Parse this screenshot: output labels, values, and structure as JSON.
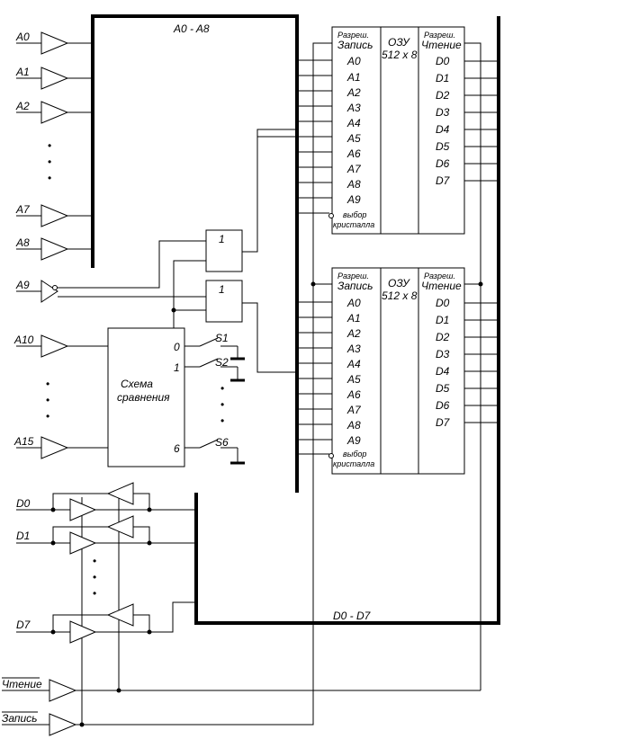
{
  "buses": {
    "address": "A0 - A8",
    "data": "D0 - D7"
  },
  "inputs": {
    "address_top": [
      "A0",
      "A1",
      "A2",
      "A7",
      "A8"
    ],
    "a9": "A9",
    "compare": [
      "A10",
      "A15"
    ],
    "data": [
      "D0",
      "D1",
      "D7"
    ],
    "read": "Чтение",
    "write": "Запись"
  },
  "gates": {
    "or": "1"
  },
  "comparator": {
    "title_line1": "Схема",
    "title_line2": "сравнения",
    "ports": [
      "0",
      "1",
      "6"
    ]
  },
  "switches": [
    "S1",
    "S2",
    "S6"
  ],
  "ram": {
    "write_enable_1": "Разреш.",
    "write_enable_2": "Запись",
    "name": "ОЗУ",
    "size": "512 х 8",
    "read_enable_1": "Разреш.",
    "read_enable_2": "Чтение",
    "addr_pins": [
      "A0",
      "A1",
      "A2",
      "A3",
      "A4",
      "A5",
      "A6",
      "A7",
      "A8",
      "A9"
    ],
    "data_pins": [
      "D0",
      "D1",
      "D2",
      "D3",
      "D4",
      "D5",
      "D6",
      "D7"
    ],
    "cs_1": "выбор",
    "cs_2": "кристалла"
  },
  "ellipsis": "•"
}
